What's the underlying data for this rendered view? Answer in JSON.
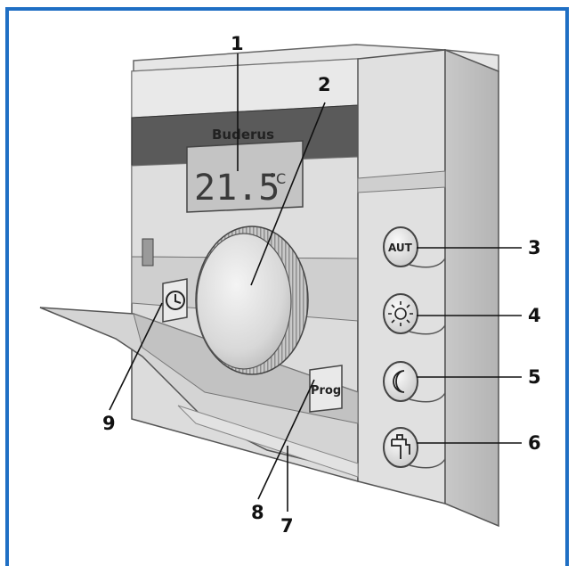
{
  "device": {
    "brand": "Buderus",
    "display_temperature": "21.5",
    "display_unit": "°C",
    "auto_button_label": "AUT",
    "prog_button_label": "Prog"
  },
  "callouts": [
    "1",
    "2",
    "3",
    "4",
    "5",
    "6",
    "7",
    "8",
    "9"
  ],
  "icons": {
    "day_button": "sun-icon",
    "night_button": "moon-icon",
    "hot_water_button": "tap-icon",
    "clock_button": "clock-icon"
  },
  "colors": {
    "frame_border": "#1f6fc4",
    "housing": "#d9d9d9",
    "display_strip": "#5a5a5a",
    "lcd": "#c4c4c4"
  }
}
